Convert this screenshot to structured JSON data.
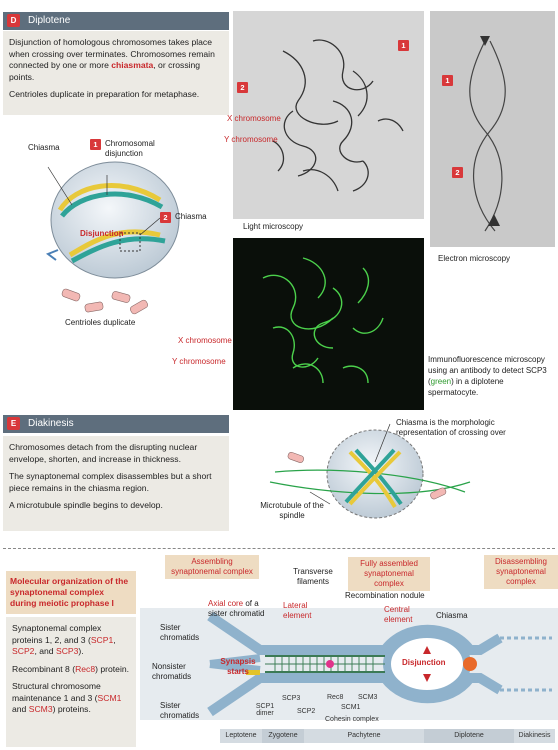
{
  "diplotene": {
    "badge": "D",
    "title": "Diplotene",
    "para1_a": "Disjunction of homologous chromosomes takes place when crossing over terminates. Chromosomes remain connected by one or more ",
    "para1_b": "chiasmata",
    "para1_c": ", or crossing points.",
    "para2": "Centrioles duplicate in preparation for metaphase.",
    "chiasma": "Chiasma",
    "chrom_disjunction": "Chromosomal disjunction",
    "chiasma2": "Chiasma",
    "disjunction": "Disjunction",
    "centrioles": "Centrioles duplicate",
    "x_chrom": "X chromosome",
    "y_chrom": "Y chromosome",
    "light": "Light microscopy",
    "electron": "Electron  microscopy",
    "if_a": "Immunofluorescence microscopy using an antibody to detect SCP3 (",
    "if_b": "green",
    "if_c": ") in a diplotene spermatocyte.",
    "x_chrom2": "X chromosome",
    "y_chrom2": "Y chromosome",
    "n1": "1",
    "n2": "2"
  },
  "diakinesis": {
    "badge": "E",
    "title": "Diakinesis",
    "p1": "Chromosomes detach from the disrupting nuclear envelope, shorten, and increase in thickness.",
    "p2": "The synaptonemal complex disassembles but a short piece remains in the chiasma region.",
    "p3": "A microtubule spindle begins to develop.",
    "chiasma_note": "Chiasma is the morphologic representation of crossing over",
    "microtubule": "Microtubule of the spindle"
  },
  "molecular": {
    "title": "Molecular organization of the synaptonemal complex during meiotic prophase I",
    "p1_a": "Synaptonemal complex proteins 1, 2, and 3 (",
    "scp1": "SCP1",
    "scp2": "SCP2",
    "scp3": "SCP3",
    "p1_b": ", ",
    "p1_c": ", and ",
    "p1_d": ").",
    "p2_a": "Recombinant 8 (",
    "rec8": "Rec8",
    "p2_b": ") protein.",
    "p3_a": "Structural chromosome maintenance 1 and 3 (",
    "scm1": "SCM1",
    "p3_b": " and ",
    "scm3": "SCM3",
    "p3_c": ") proteins."
  },
  "sc_diagram": {
    "assembling": "Assembling synaptonemal complex",
    "transverse": "Transverse filaments",
    "fully": "Fully assembled synaptonemal complex",
    "disassembling": "Disassembling synaptonemal complex",
    "axial_a": "Axial core",
    "axial_b": " of a sister chromatid",
    "lateral": "Lateral element",
    "recomb": "Recombination nodule",
    "central": "Central element",
    "chiasma": "Chiasma",
    "sister1": "Sister chromatids",
    "nonsister": "Nonsister chromatids",
    "sister2": "Sister chromatids",
    "synapsis": "Synapsis starts",
    "disjunction": "Disjunction",
    "scp1": "SCP1 dimer",
    "scp3": "SCP3",
    "scp2": "SCP2",
    "rec8": "Rec8",
    "scm1": "SCM1",
    "scm3": "SCM3",
    "cohesin": "Cohesin complex",
    "stages": [
      "Leptotene",
      "Zygotene",
      "Pachytene",
      "Diplotene",
      "Diakinesis"
    ]
  }
}
